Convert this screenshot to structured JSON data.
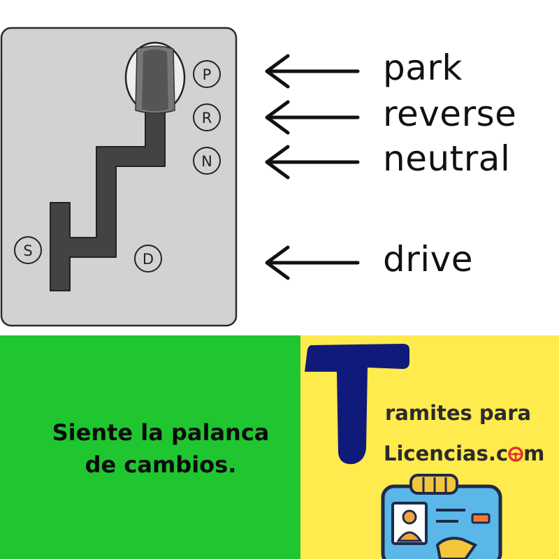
{
  "shifter": {
    "gears": [
      "P",
      "R",
      "N",
      "S",
      "D"
    ],
    "labels": {
      "park": "park",
      "reverse": "reverse",
      "neutral": "neutral",
      "drive": "drive"
    }
  },
  "banner": {
    "slogan_line1": "Siente la palanca",
    "slogan_line2": "de cambios.",
    "brand_letter": "T",
    "brand_line1": "ramites para",
    "brand_line2_a": "Licencias.c",
    "brand_line2_b": "m"
  },
  "colors": {
    "green": "#1fc630",
    "yellow": "#ffeb4d",
    "brand_blue": "#101a7a",
    "panel_gray": "#d2d2d2",
    "slot_gray": "#444444"
  }
}
